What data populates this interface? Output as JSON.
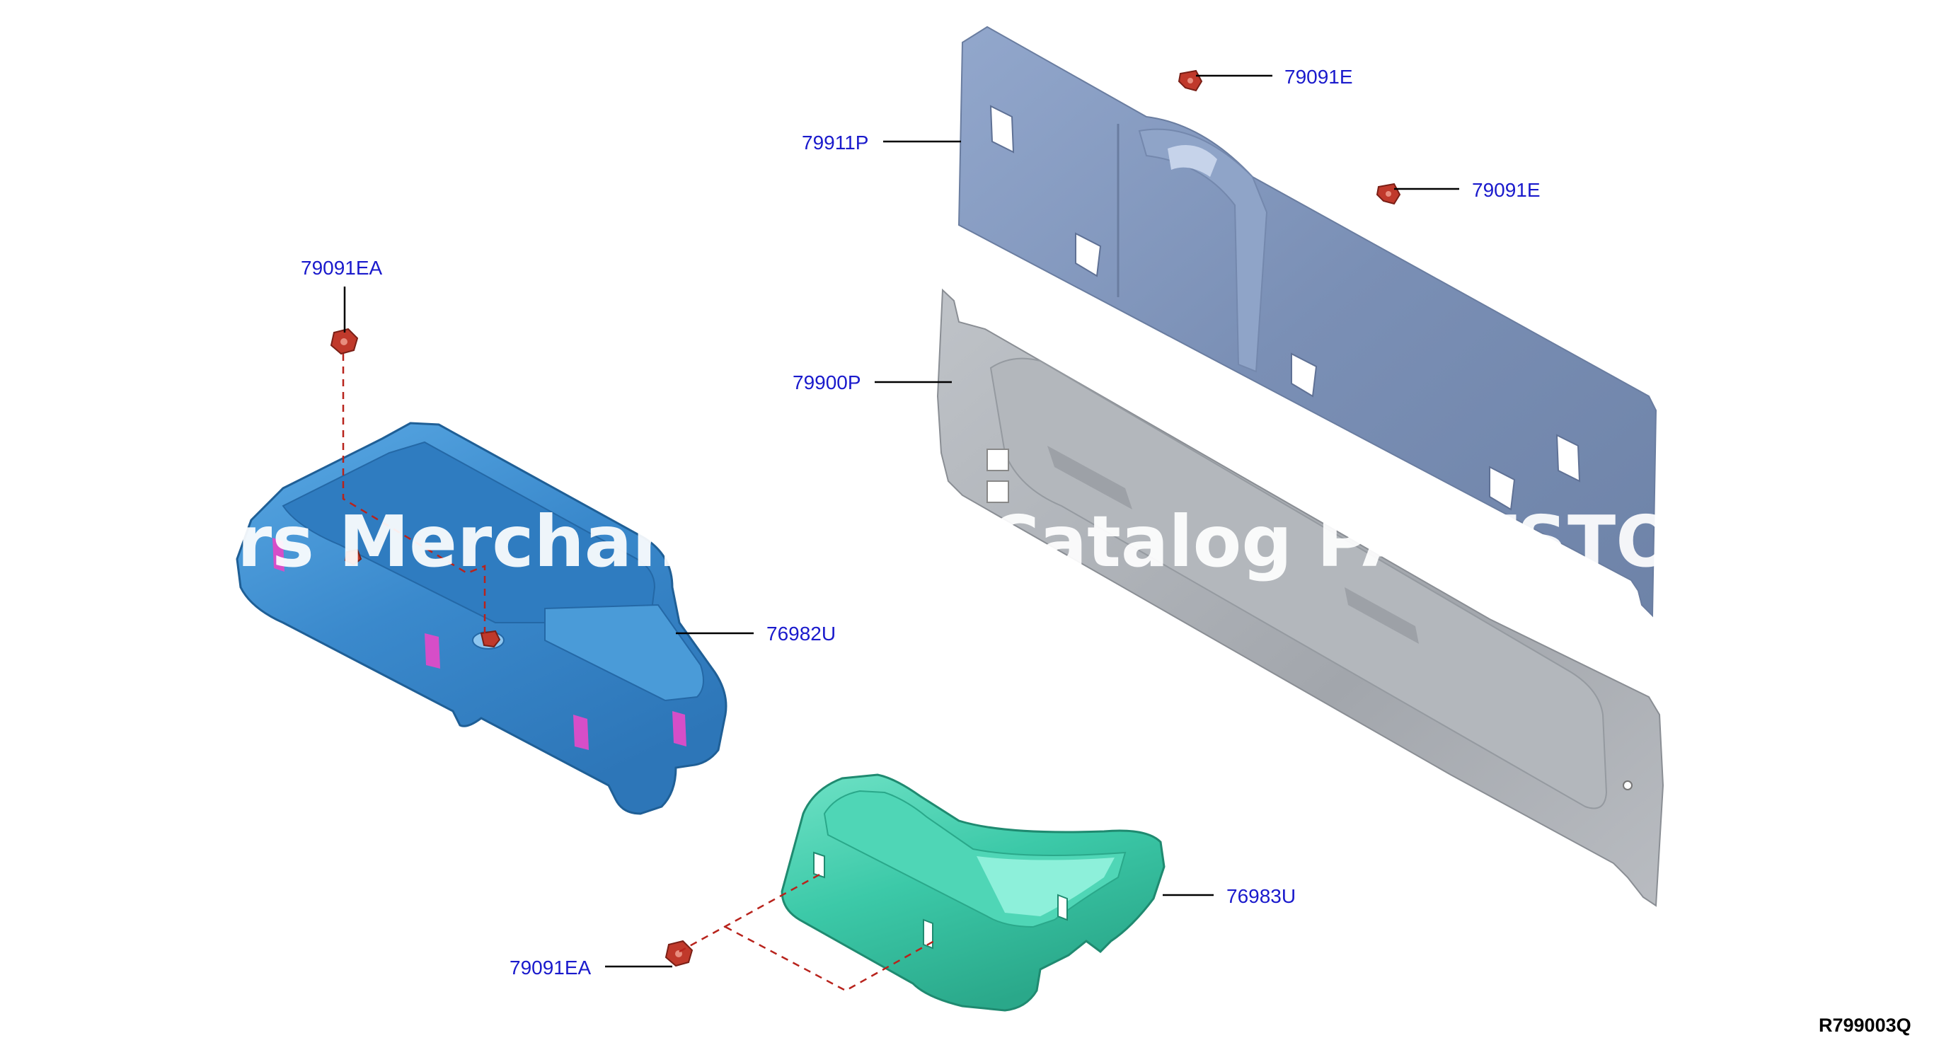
{
  "diagram": {
    "callouts": {
      "p79091E_top": "79091E",
      "p79911P": "79911P",
      "p79091E_right": "79091E",
      "p79091EA_top": "79091EA",
      "p79900P": "79900P",
      "p76982U": "76982U",
      "p76983U": "76983U",
      "p79091EA_bottom": "79091EA"
    },
    "watermark": "rs Merchant           Catalog PARTSTO",
    "reference_code": "R799003Q"
  },
  "colors": {
    "trim_panel": "#7f93b8",
    "back_panel": "#a3a7ad",
    "left_box": "#3f8fd0",
    "right_tray": "#3cc9a8",
    "clip": "#c0392b",
    "callout_text": "#1a1acc"
  }
}
